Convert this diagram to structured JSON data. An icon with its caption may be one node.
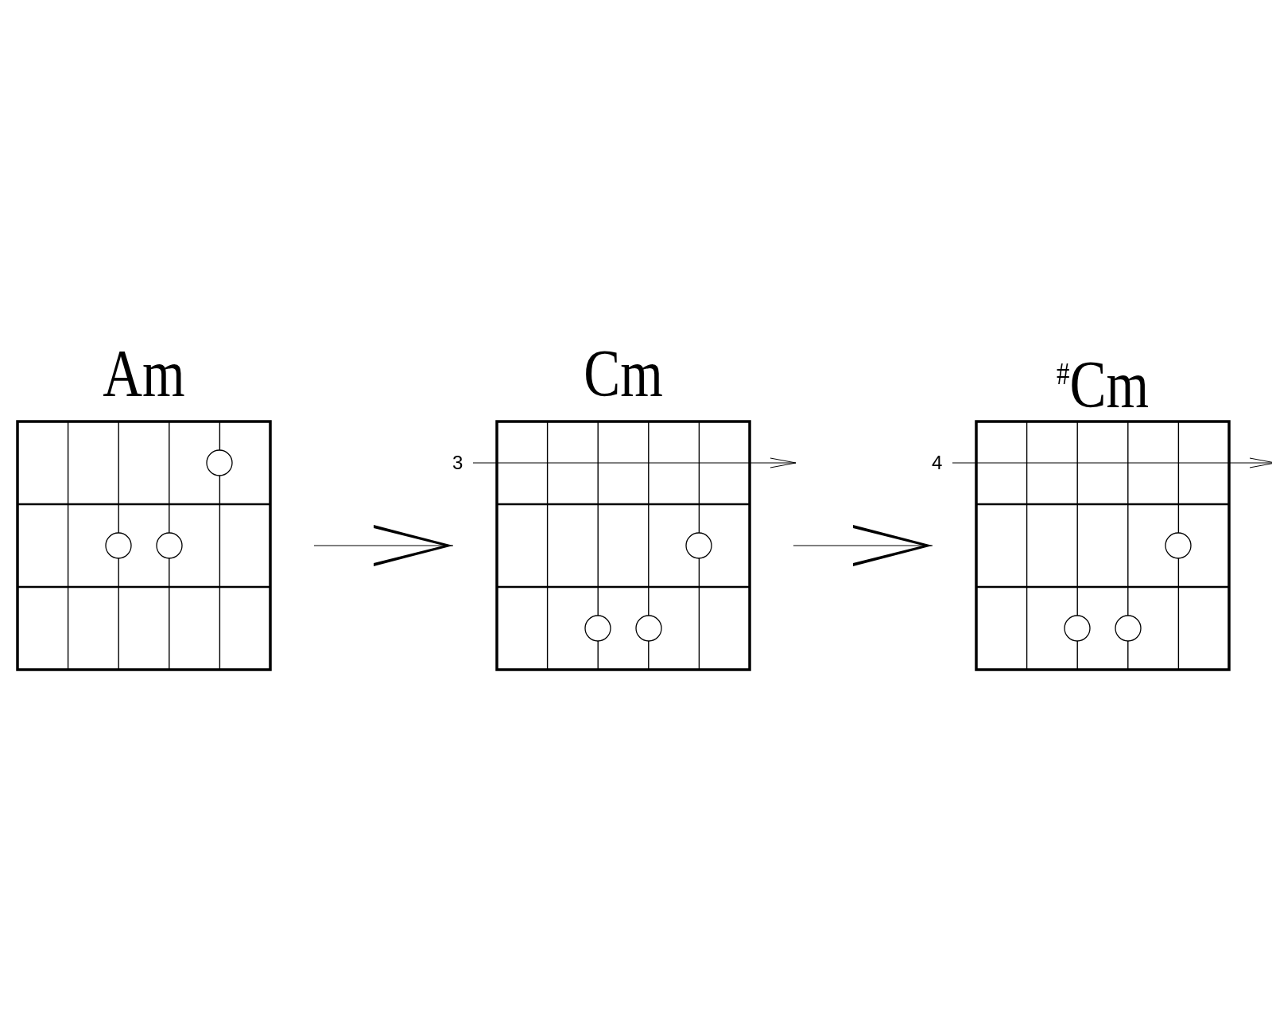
{
  "diagram": {
    "nodes": [
      {
        "text": [
          "Am"
        ]
      },
      {
        "text": [
          "Cm"
        ],
        "beside": [
          "3"
        ]
      },
      {
        "text": [
          "$^{#}$Cm"
        ],
        "beside": [
          "4"
        ]
      }
    ],
    "edges": [
      {
        "from": 0,
        "to": 1,
        "arrow": "to"
      },
      {
        "from": 1,
        "to": 2,
        "arrow": "to"
      }
    ]
  }
}
